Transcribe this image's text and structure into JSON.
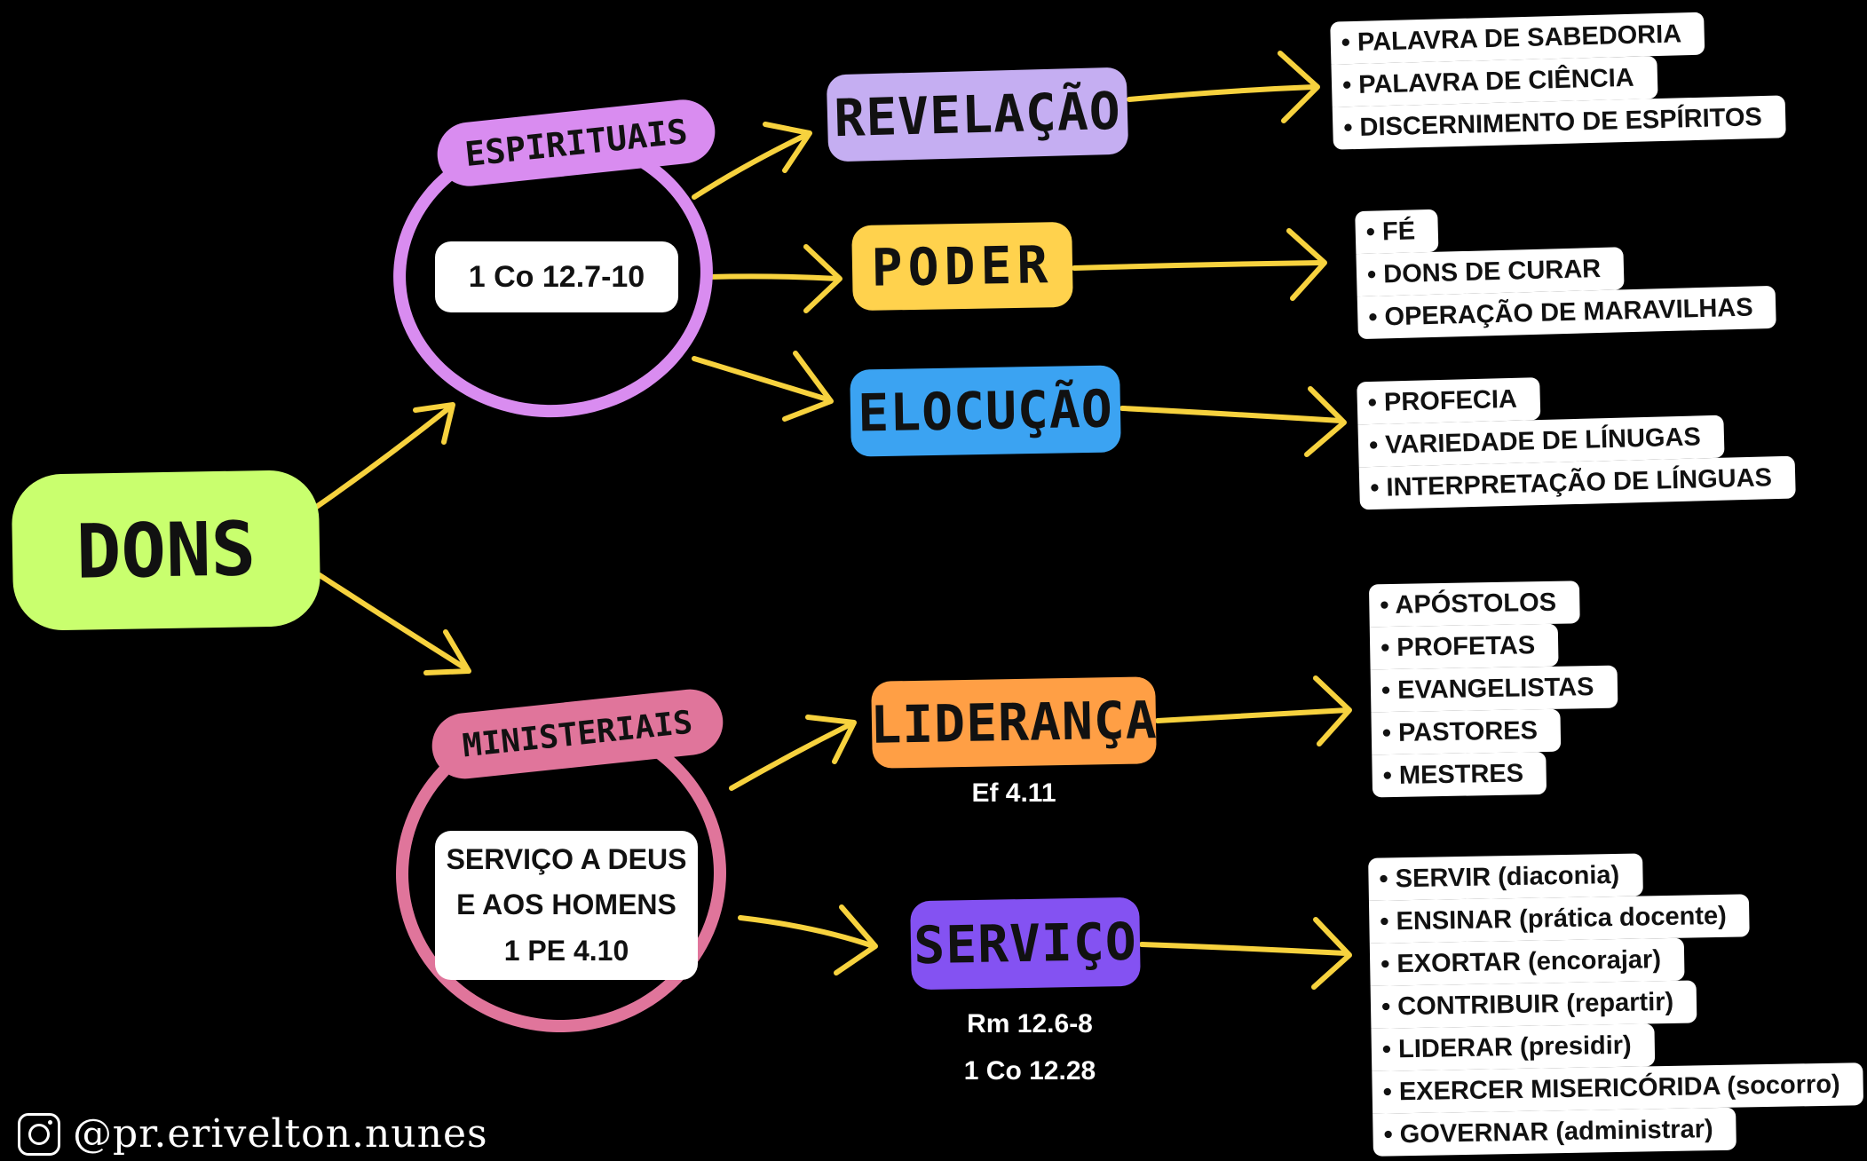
{
  "colors": {
    "root": "#c9ff6e",
    "espirituais": "#d98cf0",
    "ministeriais": "#e0759b",
    "revelacao": "#c5aef2",
    "poder": "#ffd24d",
    "elocucao": "#3ba3f2",
    "lideranca": "#ff9f45",
    "servico": "#8452f2",
    "arrow": "#f7d23e"
  },
  "root": {
    "label": "DONS"
  },
  "espirituais": {
    "label": "ESPIRITUAIS",
    "ref": "1 Co 12.7-10",
    "branches": {
      "revelacao": {
        "label": "REVELAÇÃO",
        "items": [
          "PALAVRA DE SABEDORIA",
          "PALAVRA DE CIÊNCIA",
          "DISCERNIMENTO DE ESPÍRITOS"
        ]
      },
      "poder": {
        "label": "PODER",
        "items": [
          "FÉ",
          "DONS DE CURAR",
          "OPERAÇÃO DE MARAVILHAS"
        ]
      },
      "elocucao": {
        "label": "ELOCUÇÃO",
        "items": [
          "PROFECIA",
          "VARIEDADE DE LÍNUGAS",
          "INTERPRETAÇÃO DE LÍNGUAS"
        ]
      }
    }
  },
  "ministeriais": {
    "label": "MINISTERIAIS",
    "ref_lines": [
      "SERVIÇO A DEUS",
      "E AOS HOMENS",
      "1 PE 4.10"
    ],
    "branches": {
      "lideranca": {
        "label": "LIDERANÇA",
        "ref": "Ef 4.11",
        "items": [
          "APÓSTOLOS",
          "PROFETAS",
          "EVANGELISTAS",
          "PASTORES",
          "MESTRES"
        ]
      },
      "servico": {
        "label": "SERVIÇO",
        "refs": [
          "Rm 12.6-8",
          "1 Co 12.28"
        ],
        "items": [
          "SERVIR (diaconia)",
          "ENSINAR (prática docente)",
          "EXORTAR (encorajar)",
          "CONTRIBUIR (repartir)",
          "LIDERAR (presidir)",
          "EXERCER MISERICÓRIDA (socorro)",
          "GOVERNAR (administrar)"
        ]
      }
    }
  },
  "footer": {
    "handle": "@pr.erivelton.nunes",
    "icon": "instagram-icon"
  }
}
